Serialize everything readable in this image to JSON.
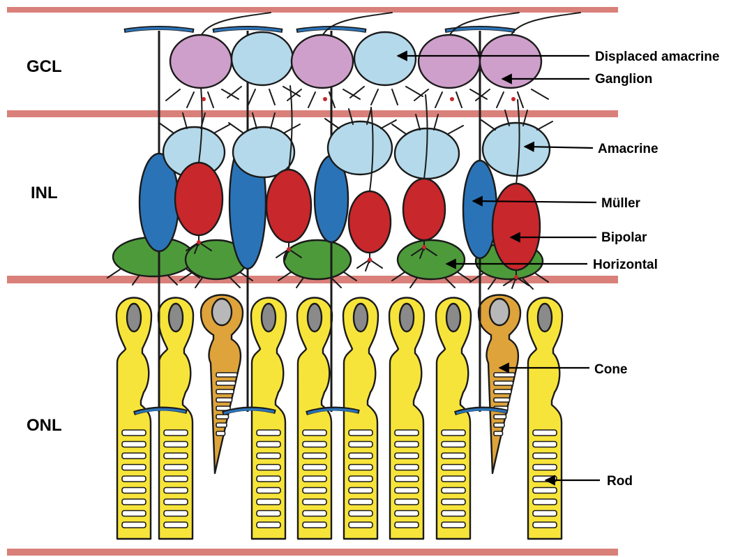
{
  "layers": {
    "gcl": "GCL",
    "inl": "INL",
    "onl": "ONL"
  },
  "labels": {
    "displaced_amacrine": "Displaced amacrine",
    "ganglion": "Ganglion",
    "amacrine": "Amacrine",
    "muller": "Müller",
    "bipolar": "Bipolar",
    "horizontal": "Horizontal",
    "cone": "Cone",
    "rod": "Rod"
  },
  "colors": {
    "membrane_band": "#d9807a",
    "ganglion": "#cf9fcb",
    "amacrine": "#b4d9ea",
    "muller": "#2b73b7",
    "bipolar": "#c8272c",
    "horizontal": "#4d9a3a",
    "rod": "#f7e43a",
    "cone": "#dea33a",
    "rod_nucleus": "#8a8a8a",
    "cone_nucleus": "#b8b8b8"
  }
}
